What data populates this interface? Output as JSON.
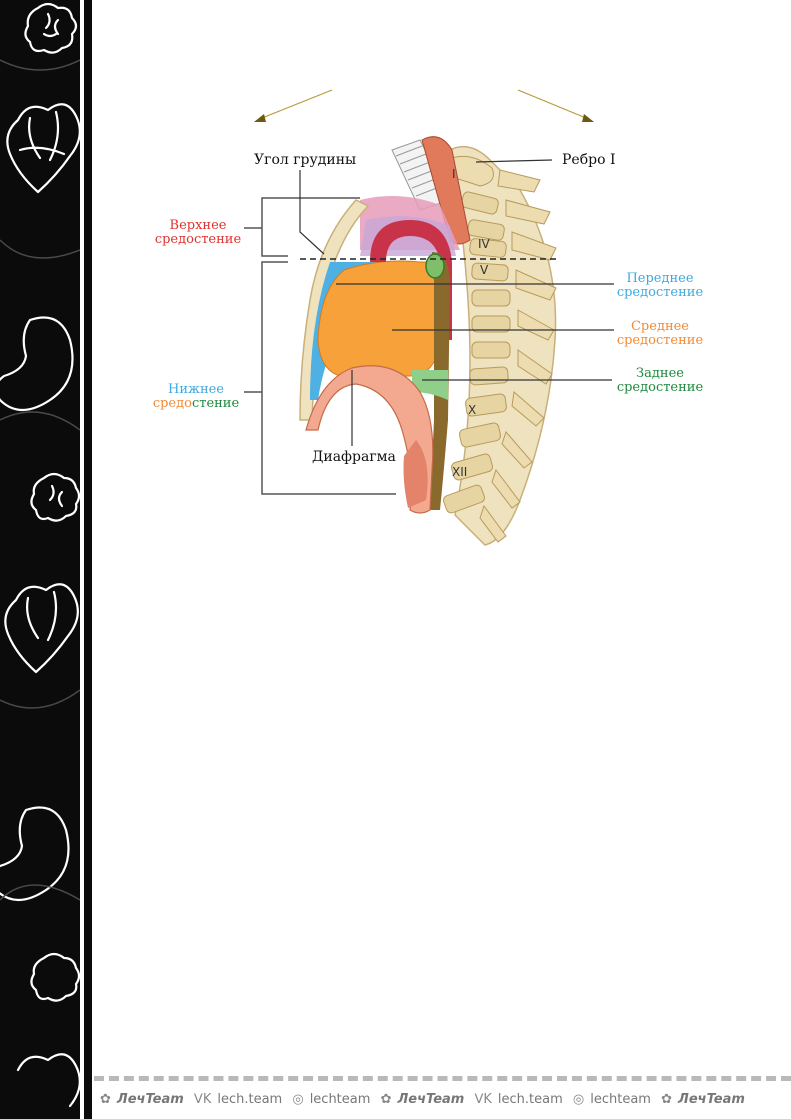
{
  "labels": {
    "sternal_angle": "Угол грудины",
    "rib_one": "Ребро I",
    "superior_line1": "Верхнее",
    "superior_line2": "средостение",
    "anterior_line1": "Переднее",
    "anterior_line2": "средостение",
    "middle_line1": "Среднее",
    "middle_line2": "средостение",
    "posterior_line1": "Заднее",
    "posterior_line2": "средостение",
    "inferior_line1": "Нижнее",
    "inferior_line2_a": "средо",
    "inferior_line2_b": "стение",
    "diaphragm": "Диафрагма"
  },
  "vertebra_labels": {
    "v1": "I",
    "v4": "IV",
    "v5": "V",
    "v10": "X",
    "v12": "XII"
  },
  "footer": {
    "brand": "ЛечTeam",
    "vk": "lech.team",
    "instagram": "lechteam"
  },
  "colors": {
    "superior": "#e0312f",
    "anterior": "#3ea9dd",
    "middle": "#f28a33",
    "posterior": "#1c8a3d",
    "inferior_light_blue": "#3ea9dd",
    "bone": "#e8d9b0",
    "heart": "#f7a13a",
    "aorta": "#c8334a",
    "esophagus": "#8a6a2c"
  }
}
